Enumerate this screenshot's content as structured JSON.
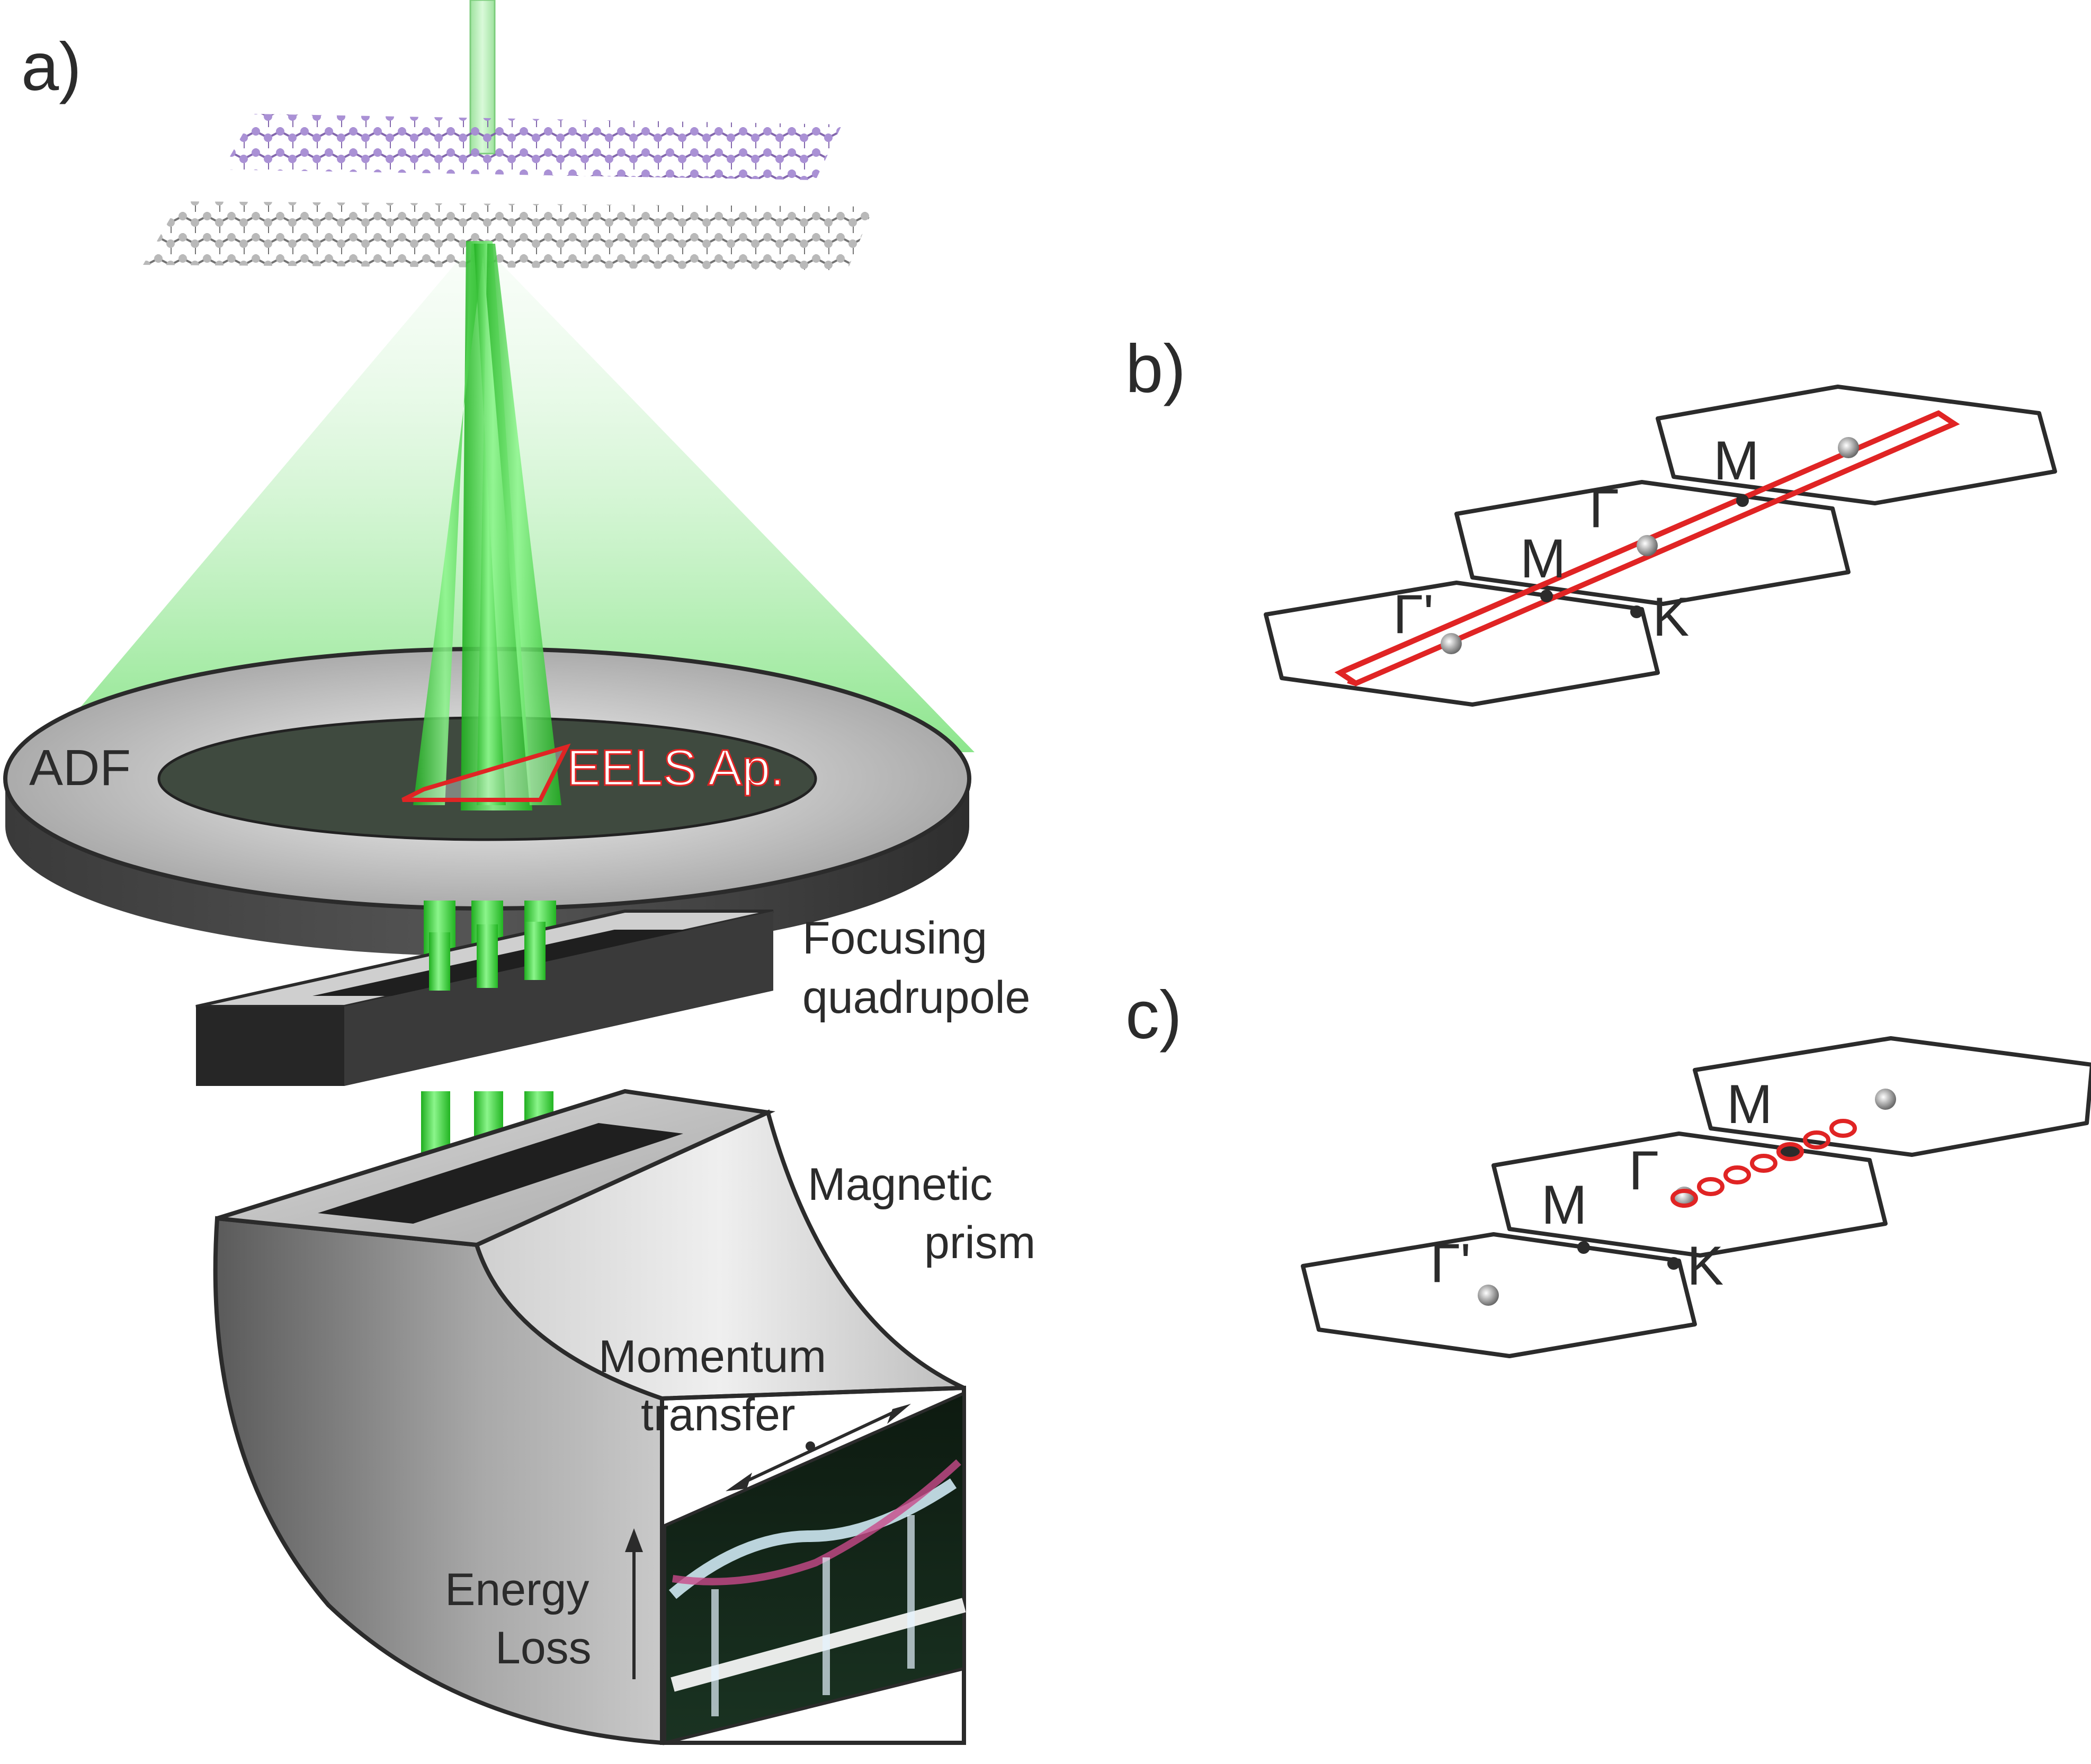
{
  "panels": {
    "a": "a)",
    "b": "b)",
    "c": "c)"
  },
  "labels": {
    "adf": "ADF",
    "eels_aperture": "EELS Ap.",
    "quadrupole_line1": "Focusing",
    "quadrupole_line2": "quadrupole",
    "prism_line1": "Magnetic",
    "prism_line2": "prism",
    "momentum_line1": "Momentum",
    "momentum_line2": "transfer",
    "energy_line1": "Energy",
    "energy_line2": "Loss"
  },
  "bz_b": {
    "gamma_prime": "Γ'",
    "gamma": "Γ",
    "m_lower": "M",
    "m_upper": "M",
    "k": "K"
  },
  "bz_c": {
    "gamma_prime": "Γ'",
    "gamma": "Γ",
    "m_lower": "M",
    "m_upper": "M",
    "k": "K"
  },
  "colors": {
    "beam": "#3be03b",
    "aperture": "#e02424",
    "top_layer_atoms": "#9b78c9",
    "bottom_layer_atoms": "#9a9a9a",
    "outline": "#2b2b2b"
  },
  "icons": [
    "electron-beam",
    "bilayer-lattice",
    "adf-detector",
    "quadrupole-lens",
    "magnetic-prism",
    "spectrum-image"
  ]
}
